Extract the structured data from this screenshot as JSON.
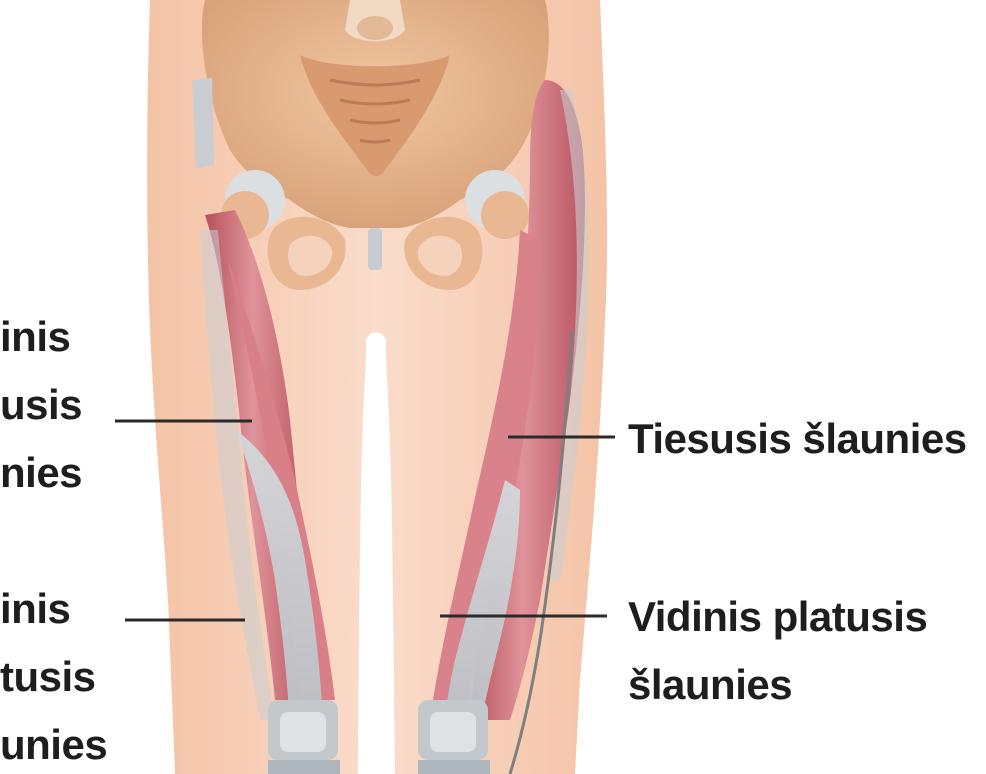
{
  "labels": {
    "left_top": [
      "inis",
      "usis",
      "nies"
    ],
    "left_bottom": [
      "inis",
      "tusis",
      "unies"
    ],
    "right_top": "Tiesusis šlaunies",
    "right_bottom": [
      "Vidinis platusis",
      "šlaunies"
    ]
  },
  "colors": {
    "background": "#ffffff",
    "skin": "#f7d2bb",
    "bone": "#e7b791",
    "muscle": "#cf6a74",
    "tendon": "#c9cdd1",
    "text": "#1e1e1e",
    "leader_line": "#2a2a2a"
  }
}
